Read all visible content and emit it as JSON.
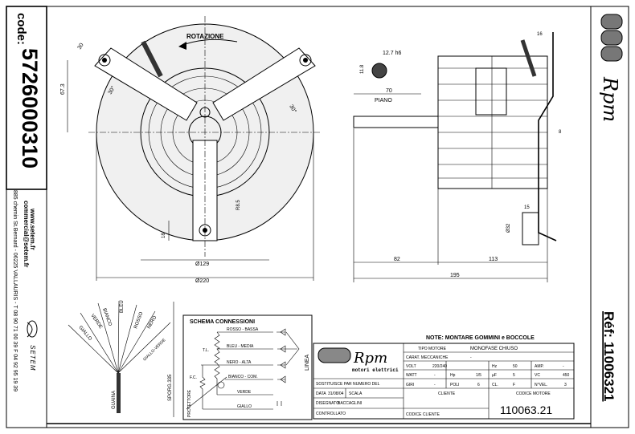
{
  "sidebar_left": {
    "code_label": "code:",
    "code_value": "5726000310",
    "website": "www.setem.fr",
    "email": "commercial@setem.fr",
    "address": "885 chemin St.Bernard  -  06225 VALLAURIS  -  T 08 90 71 00 39  F 04 92 95 19 39",
    "logo_text": "SETEM"
  },
  "sidebar_right": {
    "logo_text": "Rpm",
    "ref": "Réf: 11006321"
  },
  "front_view": {
    "rotation_label": "ROTAZIONE",
    "dim_angle_left": "30°",
    "dim_angle_right": "30°",
    "dim_angle_top": "30",
    "dim_height": "67.3",
    "dim_inner_diameter": "Ø129",
    "dim_outer_diameter": "Ø220",
    "dim_slot": "18",
    "dim_radius": "R8.5"
  },
  "side_view": {
    "shaft_dia": "12.7 h6",
    "shaft_flat": "11.8",
    "flat_length": "70",
    "flat_label": "PIANO",
    "dim_bracket": "16",
    "dim_offset": "8",
    "dim_foot": "15",
    "dim_foot_dia": "Ø32",
    "dim_shaft_len": "82",
    "dim_body_len": "113",
    "dim_total": "195"
  },
  "wires": {
    "labels": [
      "GIALLO",
      "VERDE",
      "BIANCO",
      "BLEU",
      "ROSSO",
      "NERO",
      "GIALLO-VERDE"
    ],
    "sheath": "GUAINA",
    "length": "SPORG.335"
  },
  "schema": {
    "title": "SCHEMA CONNESSIONI",
    "rows": [
      "ROSSO - BASSA",
      "BLEU - MEDIA",
      "NERO - ALTA",
      "BIANCO - COM.",
      "VERDE",
      "GIALLO"
    ],
    "tl": "T.L.",
    "fc": "F.C.",
    "protector": "PROTETTORE",
    "line": "LINEA"
  },
  "title_block": {
    "note": "NOTE:  MONTARE GOMMINI e BOCCOLE",
    "logo_main": "Rpm",
    "logo_sub": "motori elettrici",
    "tipo_motore_label": "TIPO MOTORE",
    "tipo_motore": "MONOFASE CHIUSO",
    "carat_label": "CARAT. MECCANICHE",
    "carat_value": "-",
    "volt_label": "VOLT",
    "volt": "220/240",
    "hz_label": "Hz",
    "hz": "50",
    "amp_label": "AMP.",
    "amp": "-",
    "watt_label": "WATT",
    "watt": "-",
    "hp_label": "Hp",
    "hp": "1/5",
    "mf_label": "µF",
    "mf": "5",
    "vc_label": "VC",
    "vc": "450",
    "giri_label": "GIRI",
    "giri": "-",
    "poli_label": "POLI",
    "poli": "6",
    "cl_label": "CL.",
    "cl": "F",
    "nvel_label": "N°VEL.",
    "nvel": "3",
    "sostituisce_label": "SOSTITUISCE PAR NUMERO DEL",
    "data_label": "DATA",
    "data": "31/08/04",
    "scala_label": "SCALA",
    "disegnato_label": "DISEGNATO",
    "disegnato": "BACCAGLINI",
    "controllato_label": "CONTROLLATO",
    "cliente_label": "CLIENTE",
    "codice_cliente_label": "CODICE CLIENTE",
    "codice_motore_label": "CODICE MOTORE",
    "codice_motore": "110063.21"
  }
}
